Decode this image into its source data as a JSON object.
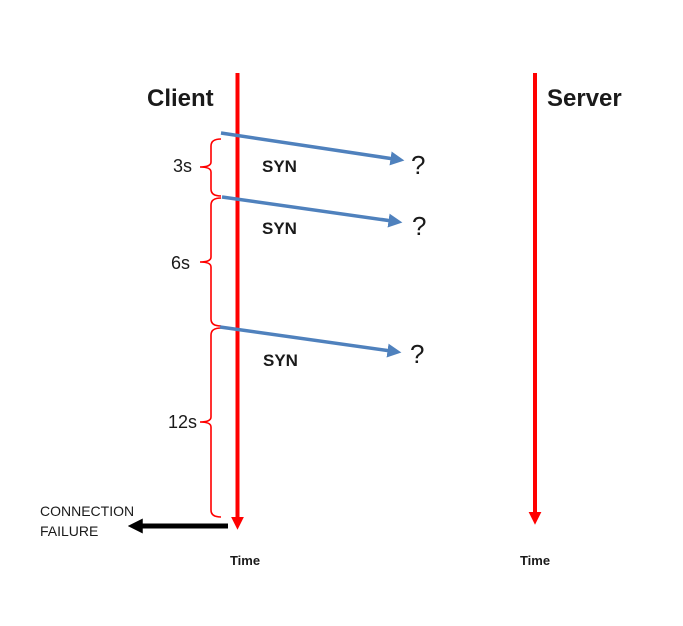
{
  "diagram": {
    "client": {
      "label": "Client",
      "time_label": "Time"
    },
    "server": {
      "label": "Server",
      "time_label": "Time"
    },
    "messages": [
      {
        "label": "SYN",
        "delivery": "?"
      },
      {
        "label": "SYN",
        "delivery": "?"
      },
      {
        "label": "SYN",
        "delivery": "?"
      }
    ],
    "retry_intervals": [
      {
        "label": "3s"
      },
      {
        "label": "6s"
      },
      {
        "label": "12s"
      }
    ],
    "failure": {
      "line1": "CONNECTION",
      "line2": "FAILURE"
    },
    "colors": {
      "timeline_red": "#FF0000",
      "arrow_blue": "#4F81BD",
      "arrow_black": "#000000"
    }
  }
}
